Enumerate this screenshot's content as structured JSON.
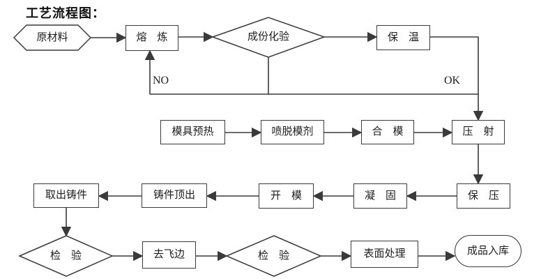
{
  "title": "工艺流程图：",
  "labels": {
    "no": "NO",
    "ok": "OK"
  },
  "colors": {
    "line": "#3a3a3a",
    "background": "#ffffff"
  },
  "nodes": {
    "raw_material": {
      "label": "原材料",
      "shape": "hexagon"
    },
    "melting": {
      "label": "熔　炼",
      "shape": "rect"
    },
    "composition_test": {
      "label": "成份化验",
      "shape": "diamond"
    },
    "heat_preservation": {
      "label": "保　温",
      "shape": "rect"
    },
    "mold_preheat": {
      "label": "模具预热",
      "shape": "rect"
    },
    "spray_release_agent": {
      "label": "喷脱模剂",
      "shape": "rect"
    },
    "mold_close": {
      "label": "合　模",
      "shape": "rect"
    },
    "injection": {
      "label": "压　射",
      "shape": "rect"
    },
    "pressure_hold": {
      "label": "保　压",
      "shape": "rect"
    },
    "solidify": {
      "label": "凝　固",
      "shape": "rect"
    },
    "mold_open": {
      "label": "开　模",
      "shape": "rect"
    },
    "casting_eject": {
      "label": "铸件顶出",
      "shape": "rect"
    },
    "take_out_casting": {
      "label": "取出铸件",
      "shape": "rect"
    },
    "inspection_1": {
      "label": "检　验",
      "shape": "diamond"
    },
    "deburr": {
      "label": "去飞边",
      "shape": "rect"
    },
    "inspection_2": {
      "label": "检　验",
      "shape": "diamond"
    },
    "surface_treatment": {
      "label": "表面处理",
      "shape": "rect"
    },
    "finished_storage": {
      "label": "成品入库",
      "shape": "stadium"
    }
  }
}
